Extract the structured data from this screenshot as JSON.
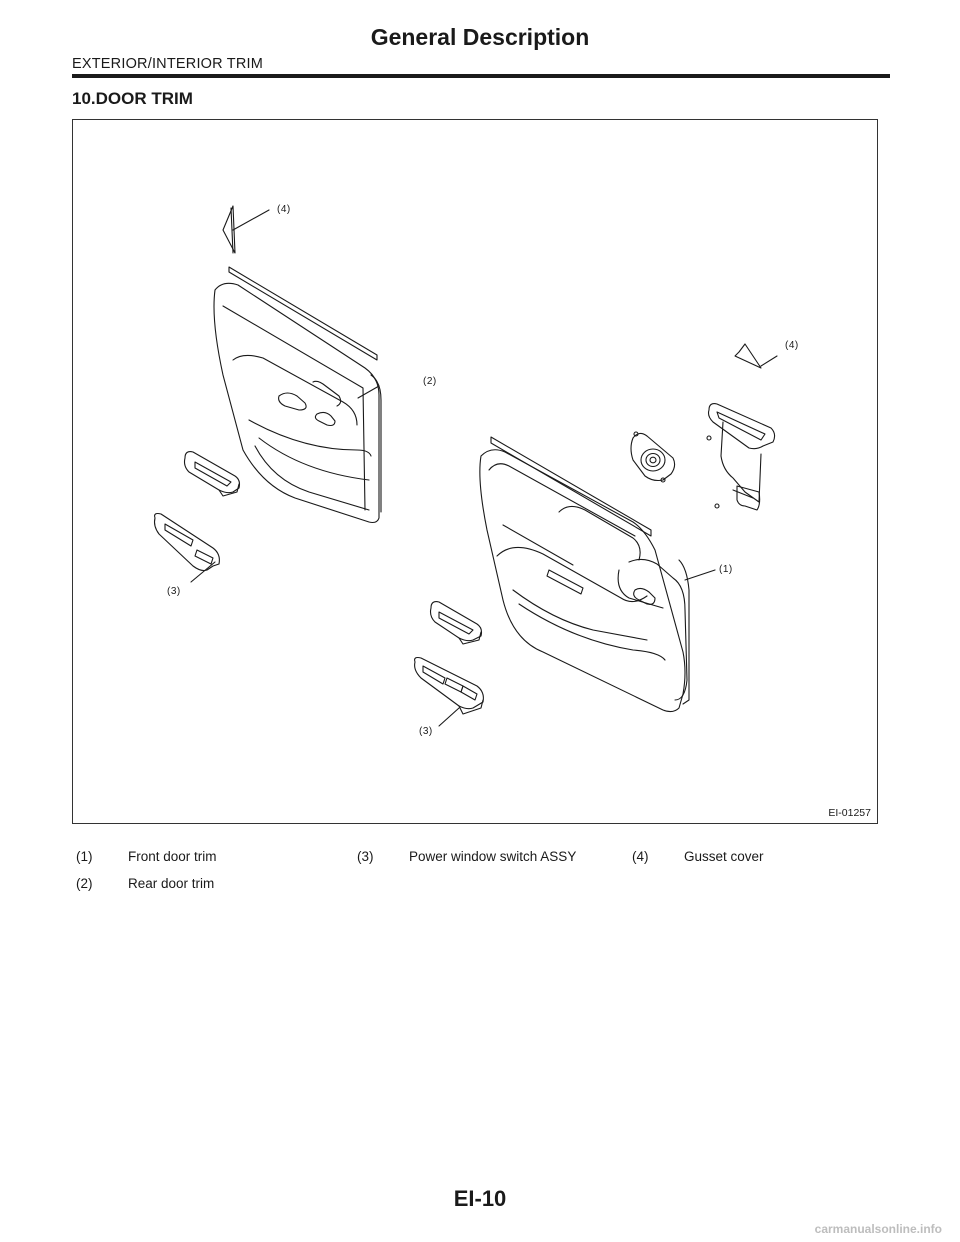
{
  "header": {
    "title": "General Description",
    "section_label": "EXTERIOR/INTERIOR TRIM"
  },
  "section": {
    "heading": "10.DOOR TRIM"
  },
  "figure": {
    "id": "EI-01257",
    "callouts": {
      "c4_top": "(4)",
      "c2": "(2)",
      "c4_right": "(4)",
      "c1": "(1)",
      "c3_left": "(3)",
      "c3_bottom": "(3)"
    }
  },
  "legend": [
    {
      "num": "(1)",
      "text": "Front door trim"
    },
    {
      "num": "(2)",
      "text": "Rear door trim"
    },
    {
      "num": "(3)",
      "text": "Power window switch ASSY"
    },
    {
      "num": "(4)",
      "text": "Gusset cover"
    }
  ],
  "footer": {
    "page_number": "EI-10",
    "watermark": "carmanualsonline.info"
  }
}
